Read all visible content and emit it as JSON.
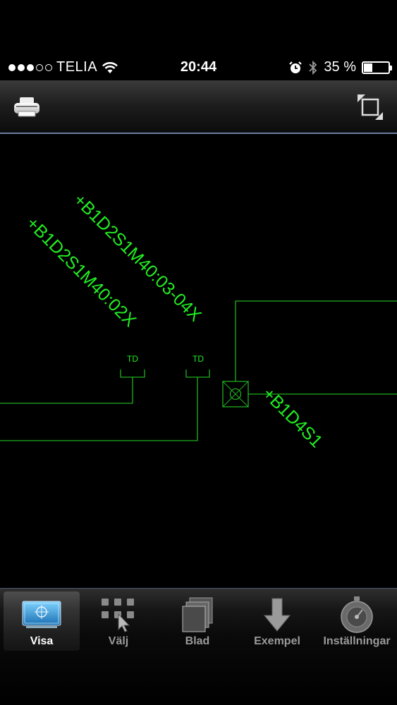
{
  "status_bar": {
    "carrier": "TELIA",
    "time": "20:44",
    "battery_text": "35 %",
    "battery_level": 0.35,
    "signal_bars_filled": 3,
    "signal_bars_total": 5
  },
  "toolbar": {
    "print_icon": "printer-icon",
    "resize_icon": "resize-icon"
  },
  "drawing": {
    "labels": {
      "connector_a": "+B1D2S1M40:02X",
      "connector_b": "+B1D2S1M40:03-04X",
      "device": "+B1D4S1",
      "terminal_a": "TD",
      "terminal_b": "TD"
    },
    "line_color": "#1fae1f",
    "text_color": "#22ee22"
  },
  "tabbar": {
    "tabs": [
      {
        "label": "Visa",
        "icon": "monitor-icon",
        "active": true
      },
      {
        "label": "Välj",
        "icon": "grid-select-icon",
        "active": false
      },
      {
        "label": "Blad",
        "icon": "sheets-icon",
        "active": false
      },
      {
        "label": "Exempel",
        "icon": "download-arrow-icon",
        "active": false
      },
      {
        "label": "Inställningar",
        "icon": "settings-dial-icon",
        "active": false
      }
    ]
  }
}
